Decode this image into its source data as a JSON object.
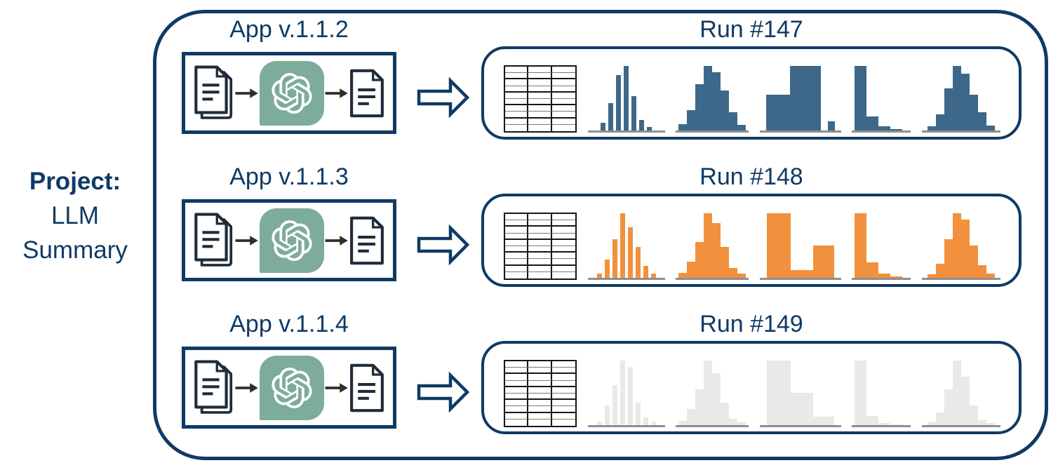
{
  "project": {
    "label": "Project:",
    "name_line1": "LLM",
    "name_line2": "Summary"
  },
  "colors": {
    "navy": "#0f3a64",
    "bars_run_147": "#3e6889",
    "bars_run_148": "#f2913d",
    "bars_run_149": "#e9e9e9",
    "openai_green": "#7dac9a",
    "icon_stroke": "#1f2c39",
    "arrow_black": "#2e2e2e",
    "baseline_gray": "#8f8f8f",
    "background": "#ffffff"
  },
  "icons": {
    "input": "stacked-documents-icon",
    "model": "openai-logo-icon",
    "output": "document-icon",
    "pipeline_arrow": "right-arrow-icon",
    "run_arrow": "hollow-right-arrow-icon",
    "run_table": "results-table-icon"
  },
  "rows": [
    {
      "app_label": "App v.1.1.2",
      "run_label": "Run #147",
      "bar_color": "#3e6889",
      "histograms": [
        {
          "type": "narrow",
          "values": [
            12,
            42,
            86,
            100,
            53,
            16,
            5
          ]
        },
        {
          "type": "bell",
          "values": [
            10,
            32,
            72,
            100,
            90,
            62,
            28,
            9
          ]
        },
        {
          "type": "categorical",
          "bars": [
            {
              "w": 34,
              "h": 55
            },
            {
              "w": 44,
              "h": 100
            },
            {
              "w": 10,
              "h": 14,
              "gap": 10
            }
          ]
        },
        {
          "type": "decay",
          "values": [
            100,
            22,
            6,
            2
          ]
        },
        {
          "type": "bell",
          "values": [
            6,
            25,
            65,
            100,
            88,
            55,
            28,
            8
          ]
        }
      ]
    },
    {
      "app_label": "App v.1.1.3",
      "run_label": "Run #148",
      "bar_color": "#f2913d",
      "histograms": [
        {
          "type": "narrow",
          "values": [
            6,
            28,
            60,
            100,
            78,
            48,
            18,
            7
          ]
        },
        {
          "type": "bell",
          "values": [
            8,
            25,
            55,
            100,
            85,
            48,
            15,
            6
          ]
        },
        {
          "type": "categorical",
          "bars": [
            {
              "w": 34,
              "h": 100
            },
            {
              "w": 32,
              "h": 12
            },
            {
              "w": 30,
              "h": 50
            }
          ]
        },
        {
          "type": "decay",
          "values": [
            100,
            24,
            7,
            2
          ]
        },
        {
          "type": "bell",
          "values": [
            5,
            22,
            60,
            100,
            90,
            50,
            20,
            6
          ]
        }
      ]
    },
    {
      "app_label": "App v.1.1.4",
      "run_label": "Run #149",
      "bar_color": "#e9e9e9",
      "histograms": [
        {
          "type": "narrow",
          "values": [
            5,
            30,
            62,
            100,
            90,
            35,
            12,
            5
          ]
        },
        {
          "type": "bell",
          "values": [
            6,
            25,
            55,
            100,
            80,
            35,
            10,
            4
          ]
        },
        {
          "type": "categorical",
          "bars": [
            {
              "w": 34,
              "h": 100
            },
            {
              "w": 32,
              "h": 50
            },
            {
              "w": 30,
              "h": 13
            }
          ]
        },
        {
          "type": "decay",
          "values": [
            100,
            14,
            3,
            1
          ]
        },
        {
          "type": "bell",
          "values": [
            4,
            20,
            55,
            100,
            75,
            30,
            8,
            3
          ]
        }
      ]
    }
  ]
}
